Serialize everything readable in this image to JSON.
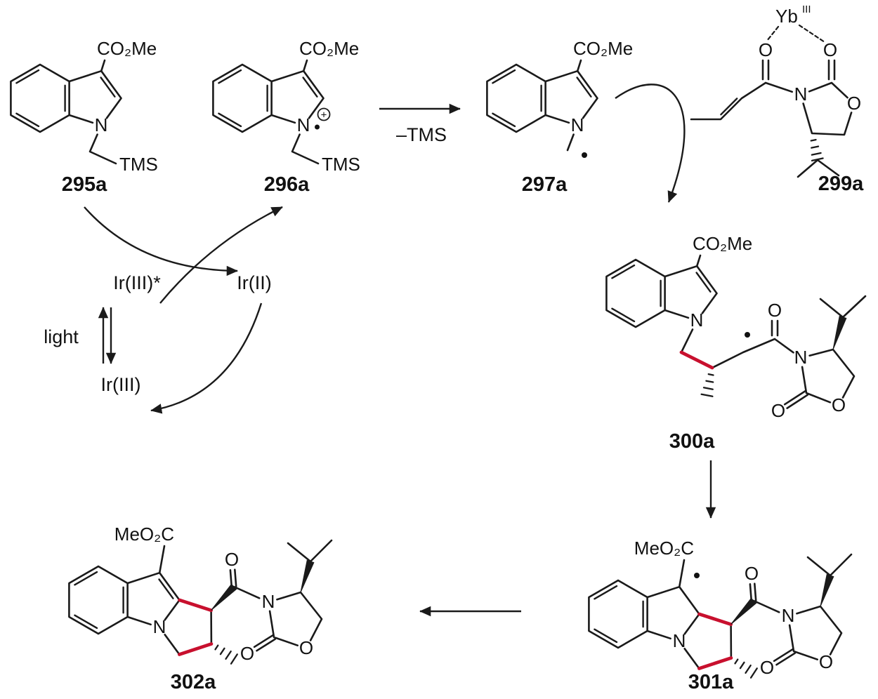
{
  "colors": {
    "bond": "#1a1a1a",
    "highlight": "#c8102e"
  },
  "compounds": {
    "c295a": {
      "label": "295a",
      "ester": "CO₂Me",
      "nitrogen": "N",
      "tms": "TMS"
    },
    "c296a": {
      "label": "296a",
      "ester": "CO₂Me",
      "nitrogen": "N",
      "tms": "TMS",
      "charge": "+"
    },
    "c297a": {
      "label": "297a",
      "ester": "CO₂Me",
      "nitrogen": "N"
    },
    "c299a": {
      "label": "299a",
      "metal": "Yb",
      "oxidation_state": "III",
      "oxygen_left": "O",
      "oxygen_right": "O",
      "nitrogen": "N",
      "ring_oxygen": "O"
    },
    "c300a": {
      "label": "300a",
      "ester": "CO₂Me",
      "indole_nitrogen": "N",
      "carbonyl_oxygen": "O",
      "oxazolidinone_nitrogen": "N",
      "ring_oxygen": "O",
      "exo_oxygen": "O"
    },
    "c301a": {
      "label": "301a",
      "ester": "MeO₂C",
      "ring_nitrogen": "N",
      "carbonyl_oxygen": "O",
      "oxazolidinone_nitrogen": "N",
      "ring_oxygen": "O",
      "exo_oxygen": "O"
    },
    "c302a": {
      "label": "302a",
      "ester": "MeO₂C",
      "ring_nitrogen": "N",
      "carbonyl_oxygen": "O",
      "oxazolidinone_nitrogen": "N",
      "ring_oxygen": "O",
      "exo_oxygen": "O"
    }
  },
  "photocycle": {
    "excited_catalyst": "Ir(III)*",
    "reduced_catalyst": "Ir(II)",
    "ground_catalyst": "Ir(III)",
    "trigger": "light"
  },
  "arrow_labels": {
    "tms_loss": "–TMS"
  }
}
